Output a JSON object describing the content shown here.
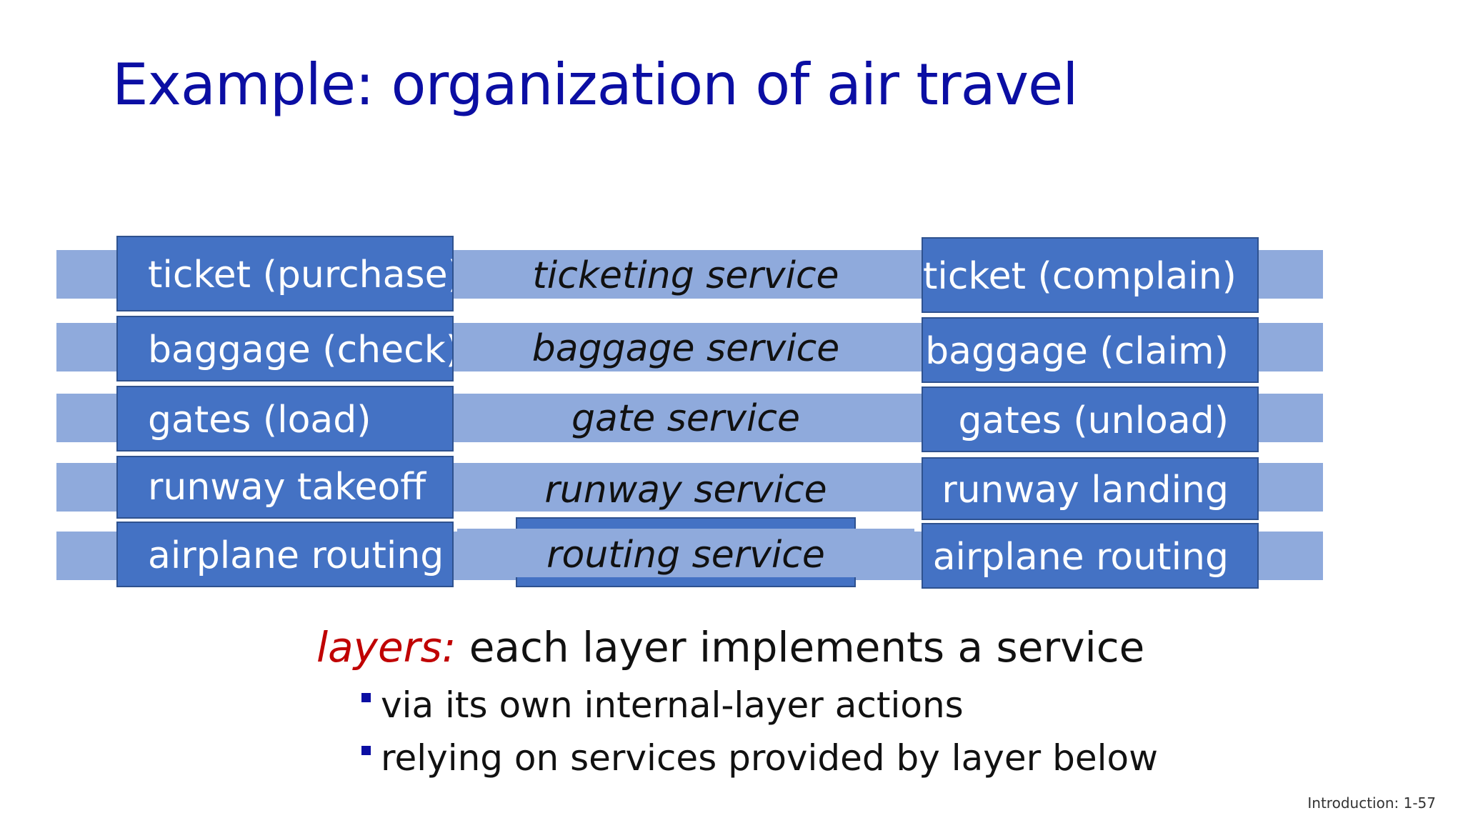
{
  "slide": {
    "title": "Example: organization of air travel",
    "footer": "Introduction: 1-57"
  },
  "layers": [
    {
      "left": "ticket (purchase)",
      "service": "ticketing service",
      "right": "ticket (complain)"
    },
    {
      "left": "baggage (check)",
      "service": "baggage service",
      "right": "baggage (claim)"
    },
    {
      "left": "gates (load)",
      "service": "gate service",
      "right": "gates (unload)"
    },
    {
      "left": "runway takeoff",
      "service": "runway service",
      "right": "runway landing"
    },
    {
      "left": "airplane routing",
      "service": "routing service",
      "right": "airplane routing"
    }
  ],
  "summary": {
    "keyword": "layers:",
    "text": " each layer implements a service",
    "bullets": [
      "via its own internal-layer actions",
      "relying on services provided by layer below"
    ]
  },
  "colors": {
    "title": "#0b0ea3",
    "band": "#8faadc",
    "box": "#4472c4",
    "keyword": "#c00000"
  }
}
